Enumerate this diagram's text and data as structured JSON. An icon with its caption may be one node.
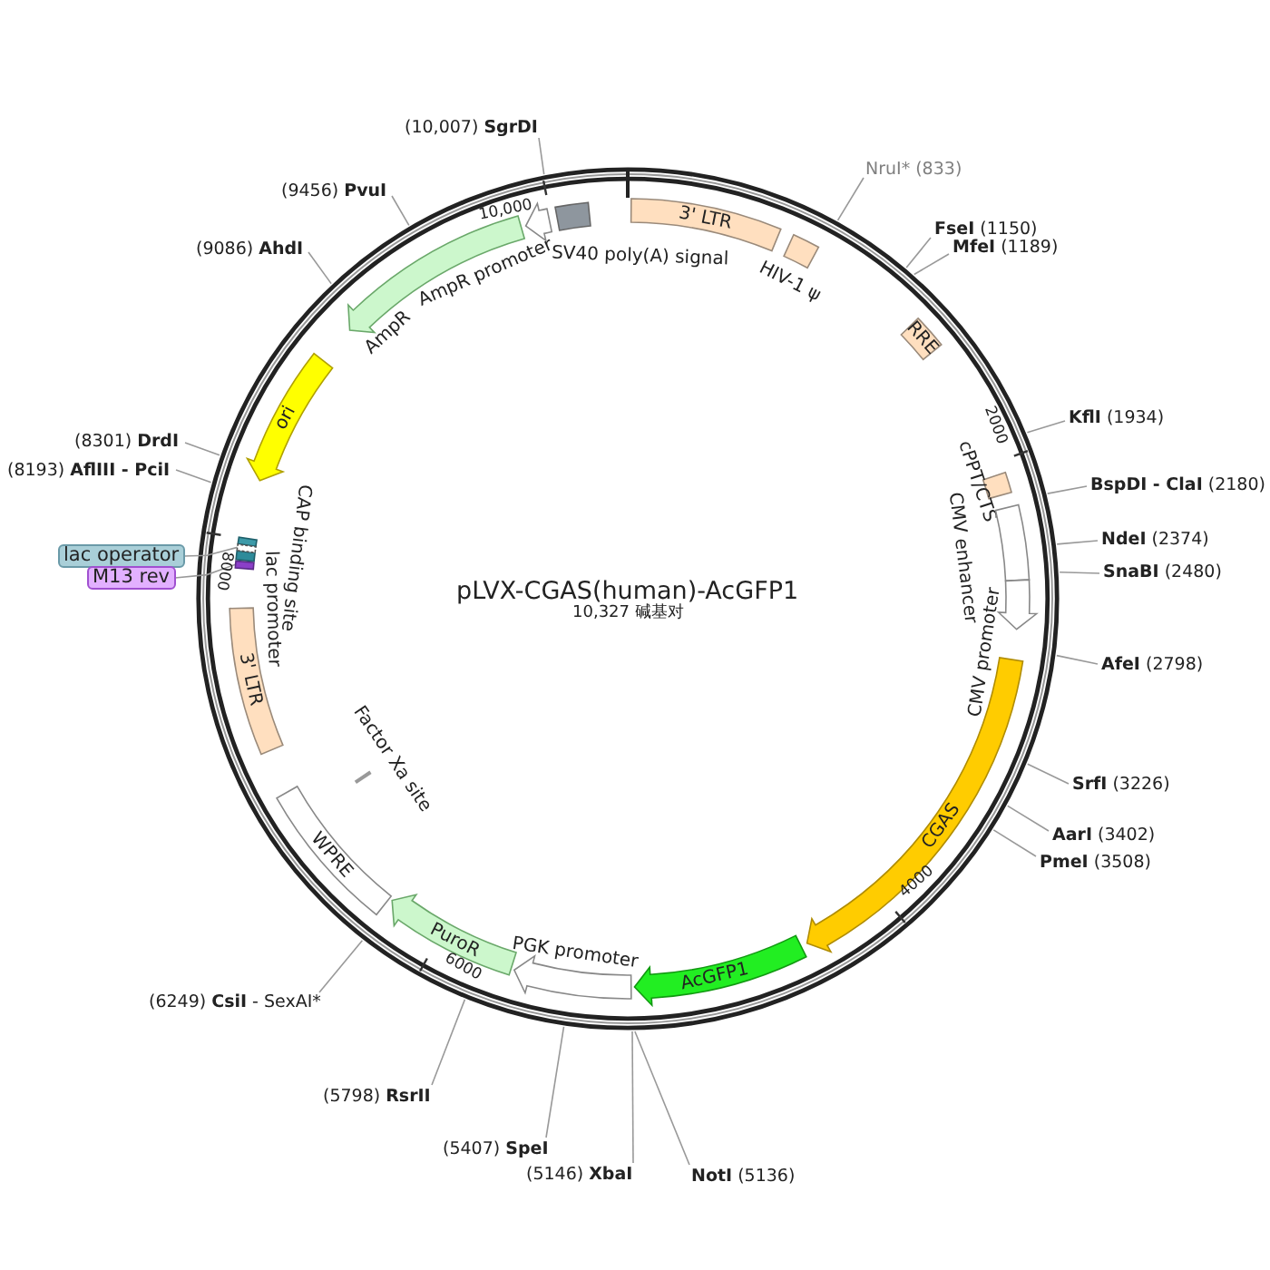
{
  "diagram": {
    "title": "pLVX-CGAS(human)-AcGFP1",
    "nodes": [
      {
        "text": [
          "3' LTR"
        ]
      },
      {
        "text": [
          "HIV-1 ψ"
        ]
      },
      {
        "text": [
          "RRE"
        ]
      },
      {
        "text": [
          "cPPT/CTS"
        ]
      },
      {
        "text": [
          "CMV enhancer"
        ]
      },
      {
        "text": [
          "CMV promoter"
        ]
      },
      {
        "text": [
          "CGAS"
        ]
      },
      {
        "text": [
          "AcGFP1"
        ]
      },
      {
        "text": [
          "PGK promoter"
        ]
      },
      {
        "text": [
          "PuroR"
        ]
      },
      {
        "text": [
          "WPRE"
        ]
      },
      {
        "text": [
          "Factor Xa site"
        ]
      },
      {
        "text": [
          "3' LTR"
        ]
      },
      {
        "text": [
          "lac promoter"
        ]
      },
      {
        "text": [
          "CAP binding site"
        ]
      },
      {
        "text": [],
        "shape": "box"
      },
      {
        "text": [],
        "shape": "box"
      },
      {
        "text": [
          "ori"
        ]
      },
      {
        "text": [
          "AmpR"
        ]
      },
      {
        "text": [
          "AmpR promoter"
        ]
      },
      {
        "text": [
          "SV40 poly(A) signal"
        ]
      },
      {
        "text": [
          "lac operator"
        ]
      },
      {
        "text": [
          "M13 rev"
        ]
      },
      {
        "text": [
          "NruI* (833)"
        ]
      },
      {
        "text": [
          "**FseI** (1150)"
        ]
      },
      {
        "text": [
          "**MfeI** (1189)"
        ]
      },
      {
        "text": [
          "**KflI** (1934)"
        ]
      },
      {
        "text": [
          "**BspDI - ClaI** (2180)"
        ]
      },
      {
        "text": [
          "**NdeI** (2374)"
        ]
      },
      {
        "text": [
          "**SnaBI** (2480)"
        ]
      },
      {
        "text": [
          "**AfeI** (2798)"
        ]
      },
      {
        "text": [
          "**SrfI** (3226)"
        ]
      },
      {
        "text": [
          "**AarI** (3402)"
        ]
      },
      {
        "text": [
          "**PmeI** (3508)"
        ]
      },
      {
        "text": [
          "**NotI** (5136)"
        ]
      },
      {
        "text": [
          "(5146) **XbaI**"
        ]
      },
      {
        "text": [
          "(5407) **SpeI**"
        ]
      },
      {
        "text": [
          "(5798) **RsrII**"
        ]
      },
      {
        "text": [
          "(6249) **CsiI** - SexAI*"
        ]
      },
      {
        "text": [
          "(8193) **AflIII - PciI**"
        ]
      },
      {
        "text": [
          "(8301) **DrdI**"
        ]
      },
      {
        "text": [
          "(9086) **AhdI**"
        ]
      },
      {
        "text": [
          "(9456) **PvuI**"
        ]
      },
      {
        "text": [
          "(10,007) **SgrDI**"
        ]
      }
    ],
    "edges": [
      {
        "from": 21,
        "to": 15,
        "arrow": "none"
      },
      {
        "from": 22,
        "to": 16,
        "arrow": "none"
      },
      {
        "from": 23,
        "to": null,
        "arrow": "none"
      },
      {
        "from": 24,
        "to": null,
        "arrow": "none"
      },
      {
        "from": 25,
        "to": null,
        "arrow": "none"
      },
      {
        "from": 26,
        "to": null,
        "arrow": "none"
      },
      {
        "from": 27,
        "to": null,
        "arrow": "none"
      },
      {
        "from": 28,
        "to": null,
        "arrow": "none"
      },
      {
        "from": 29,
        "to": null,
        "arrow": "none"
      },
      {
        "from": 30,
        "to": null,
        "arrow": "none"
      },
      {
        "from": 31,
        "to": null,
        "arrow": "none"
      },
      {
        "from": 32,
        "to": null,
        "arrow": "none"
      },
      {
        "from": 33,
        "to": null,
        "arrow": "none"
      },
      {
        "from": 34,
        "to": null,
        "arrow": "none"
      },
      {
        "from": 35,
        "to": null,
        "arrow": "none"
      },
      {
        "from": 36,
        "to": null,
        "arrow": "none"
      },
      {
        "from": 37,
        "to": null,
        "arrow": "none"
      },
      {
        "from": 38,
        "to": null,
        "arrow": "none"
      },
      {
        "from": 39,
        "to": null,
        "arrow": "none"
      },
      {
        "from": 40,
        "to": null,
        "arrow": "none"
      },
      {
        "from": 41,
        "to": null,
        "arrow": "none"
      },
      {
        "from": 42,
        "to": null,
        "arrow": "none"
      },
      {
        "from": 43,
        "to": null,
        "arrow": "none"
      }
    ],
    "labels": [
      "10,000",
      "2000",
      "8000",
      "10,327 碱基对",
      "4000",
      "6000"
    ]
  }
}
